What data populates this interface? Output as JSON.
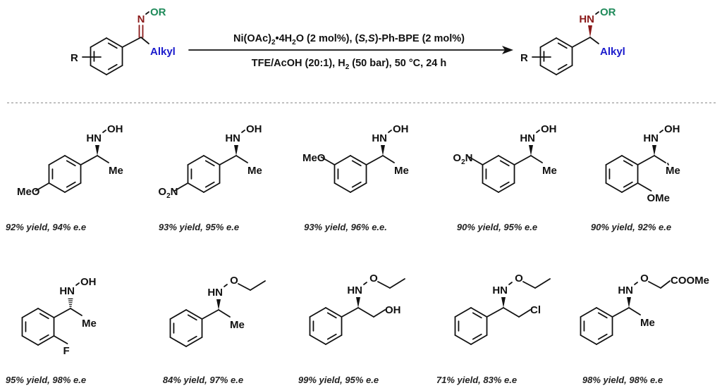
{
  "colors": {
    "nitrogen": "#8b1a1a",
    "or_group": "#1f8a5a",
    "alkyl": "#1a1acc",
    "bond": "#111111",
    "divider": "#9a9a9a"
  },
  "scheme": {
    "reactant": {
      "r": "R",
      "n": "N",
      "or": "OR",
      "alkyl": "Alkyl"
    },
    "product": {
      "r": "R",
      "hn": "HN",
      "or": "OR",
      "alkyl": "Alkyl"
    },
    "conditions": {
      "line1": {
        "a": "Ni(OAc)",
        "a_sub": "2",
        "b": "•4H",
        "b_sub": "2",
        "c": "O (2 mol%), (",
        "d_italic": "S,S",
        "e": ")-Ph-BPE (2 mol%)"
      },
      "line2": {
        "a": "TFE/AcOH (20:1), H",
        "a_sub": "2",
        "b": " (50 bar), 50 °C, 24 h"
      }
    }
  },
  "compounds": [
    {
      "sub": "MeO",
      "hn": "HN",
      "og": "OH",
      "chain": "Me",
      "yield": "92% yield, 94% e.e"
    },
    {
      "sub_main": "O",
      "sub_sub": "2",
      "sub_rest": "N",
      "hn": "HN",
      "og": "OH",
      "chain": "Me",
      "yield": "93% yield, 95% e.e"
    },
    {
      "sub": "MeO",
      "hn": "HN",
      "og": "OH",
      "chain": "Me",
      "yield": "93% yield, 96% e.e."
    },
    {
      "sub_main": "O",
      "sub_sub": "2",
      "sub_rest": "N",
      "hn": "HN",
      "og": "OH",
      "chain": "Me",
      "yield": "90% yield, 95% e.e"
    },
    {
      "sub": "OMe",
      "hn": "HN",
      "og": "OH",
      "chain": "Me",
      "yield": "90% yield, 92% e.e"
    },
    {
      "sub": "F",
      "hn": "HN",
      "og": "OH",
      "chain": "Me",
      "yield": "95% yield, 98% e.e"
    },
    {
      "hn": "HN",
      "og": "O",
      "chain": "Me",
      "yield": "84% yield, 97% e.e"
    },
    {
      "hn": "HN",
      "og": "O",
      "chain": "OH",
      "yield": "99% yield, 95% e.e"
    },
    {
      "hn": "HN",
      "og": "O",
      "chain": "Cl",
      "yield": "71% yield, 83% e.e"
    },
    {
      "hn": "HN",
      "og": "O",
      "ester": "COOMe",
      "chain": "Me",
      "yield": "98% yield, 98% e.e"
    }
  ]
}
